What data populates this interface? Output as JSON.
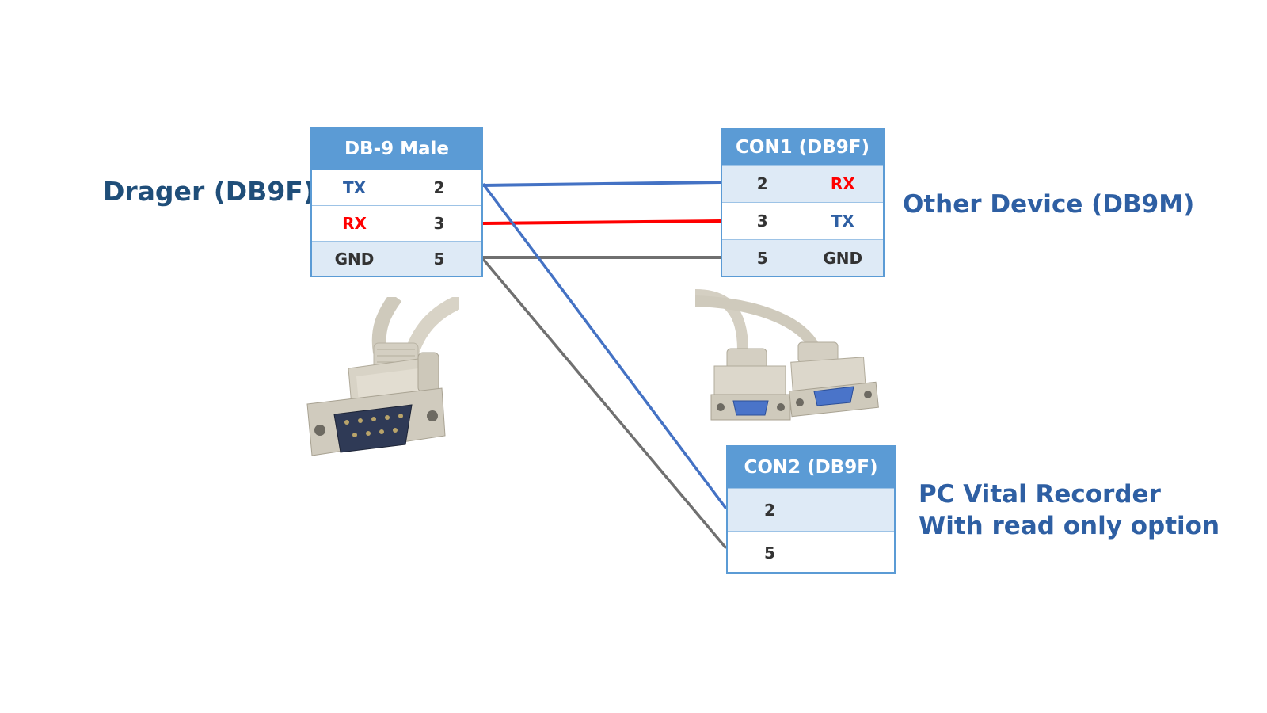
{
  "labels": {
    "drager": "Drager (DB9F)",
    "other_device": "Other Device (DB9M)",
    "pc_line1": "PC Vital Recorder",
    "pc_line2": "With read only option"
  },
  "db9_male": {
    "title": "DB-9 Male",
    "rows": [
      {
        "signal": "TX",
        "pin": "2",
        "color": "#2e5fa3"
      },
      {
        "signal": "RX",
        "pin": "3",
        "color": "#ff0000"
      },
      {
        "signal": "GND",
        "pin": "5",
        "color": "#333333"
      }
    ]
  },
  "con1": {
    "title": "CON1 (DB9F)",
    "rows": [
      {
        "pin": "2",
        "signal": "RX",
        "color": "#ff0000"
      },
      {
        "pin": "3",
        "signal": "TX",
        "color": "#2e5fa3"
      },
      {
        "pin": "5",
        "signal": "GND",
        "color": "#333333"
      }
    ]
  },
  "con2": {
    "title": "CON2 (DB9F)",
    "rows": [
      {
        "pin": "2"
      },
      {
        "pin": "5"
      }
    ]
  },
  "wire_colors": {
    "tx": "#4472c4",
    "rx": "#ff0000",
    "gnd": "#707070"
  },
  "images": {
    "male_connector": "db9-male-connector-icon",
    "female_connectors": "db9-female-connectors-icon"
  }
}
